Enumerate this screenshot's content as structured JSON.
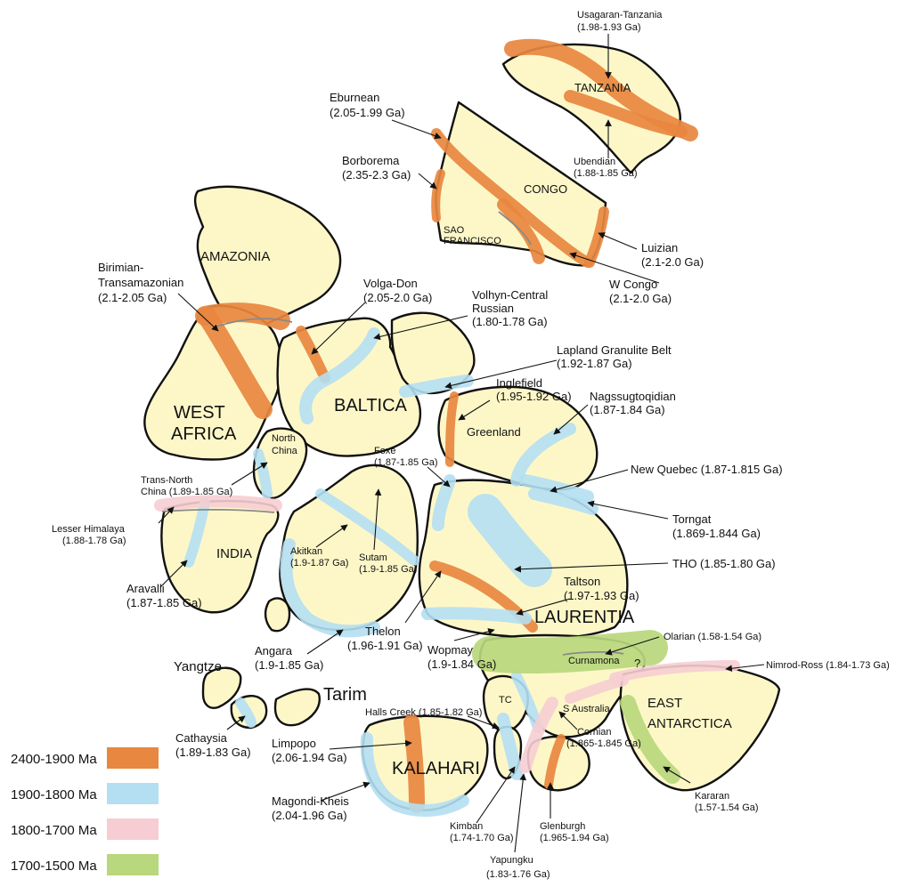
{
  "cratons": {
    "tanzania": "TANZANIA",
    "congo": "CONGO",
    "sao1": "SAO",
    "sao2": "FRANCISCO",
    "amazonia": "AMAZONIA",
    "wa1": "WEST",
    "wa2": "AFRICA",
    "baltica": "BALTICA",
    "greenland": "Greenland",
    "nc1": "North",
    "nc2": "China",
    "india": "INDIA",
    "laurentia": "LAURENTIA",
    "curnamona": "Curnamona",
    "yangtze": "Yangtze",
    "tarim": "Tarim",
    "tc": "TC",
    "kalahari": "KALAHARI",
    "ea1": "EAST",
    "ea2": "ANTARCTICA",
    "saus": "S Australia",
    "question": "?"
  },
  "belts": {
    "usagaran": [
      "Usagaran-Tanzania",
      "(1.98-1.93 Ga)"
    ],
    "eburnean": [
      "Eburnean",
      "(2.05-1.99 Ga)"
    ],
    "borborema": [
      "Borborema",
      "(2.35-2.3 Ga)"
    ],
    "ubendian": [
      "Ubendian",
      "(1.88-1.85 Ga)"
    ],
    "luizian": [
      "Luizian",
      "(2.1-2.0 Ga)"
    ],
    "wcongo": [
      "W Congo",
      "(2.1-2.0 Ga)"
    ],
    "birimian": [
      "Birimian-",
      "Transamazonian",
      "(2.1-2.05 Ga)"
    ],
    "volgadon": [
      "Volga-Don",
      "(2.05-2.0 Ga)"
    ],
    "volhyn": [
      "Volhyn-Central",
      "Russian",
      "(1.80-1.78 Ga)"
    ],
    "lapland": [
      "Lapland Granulite Belt",
      "(1.92-1.87 Ga)"
    ],
    "inglefield": [
      "Inglefield",
      "(1.95-1.92 Ga)"
    ],
    "nagssug": [
      "Nagssugtoqidian",
      "(1.87-1.84 Ga)"
    ],
    "foxe": [
      "Foxe",
      "(1.87-1.85 Ga)"
    ],
    "transnc": [
      "Trans-North",
      "China (1.89-1.85 Ga)"
    ],
    "newquebec": [
      "New Quebec (1.87-1.815 Ga)"
    ],
    "torngat": [
      "Torngat",
      "(1.869-1.844 Ga)"
    ],
    "lesserhim": [
      "Lesser Himalaya",
      "(1.88-1.78 Ga)"
    ],
    "akitkan": [
      "Akitkan",
      "(1.9-1.87 Ga)"
    ],
    "sutam": [
      "Sutam",
      "(1.9-1.85 Ga)"
    ],
    "tho": [
      "THO (1.85-1.80 Ga)"
    ],
    "aravalli": [
      "Aravalli",
      "(1.87-1.85 Ga)"
    ],
    "taltson": [
      "Taltson",
      "(1.97-1.93 Ga)"
    ],
    "thelon": [
      "Thelon",
      "(1.96-1.91 Ga)"
    ],
    "angara": [
      "Angara",
      "(1.9-1.85 Ga)"
    ],
    "wopmay": [
      "Wopmay",
      "(1.9-1.84 Ga)"
    ],
    "olarian": [
      "Olarian (1.58-1.54 Ga)"
    ],
    "nimrod": [
      "Nimrod-Ross (1.84-1.73 Ga)"
    ],
    "hallscreek": [
      "Halls Creek (1.85-1.82 Ga)"
    ],
    "cathaysia": [
      "Cathaysia",
      "(1.89-1.83 Ga)"
    ],
    "limpopo": [
      "Limpopo",
      "(2.06-1.94 Ga)"
    ],
    "cornian": [
      "Cornian",
      "(1.865-1.845 Ga)"
    ],
    "magondi": [
      "Magondi-Kheis",
      "(2.04-1.96 Ga)"
    ],
    "kararan": [
      "Kararan",
      "(1.57-1.54 Ga)"
    ],
    "kimban": [
      "Kimban",
      "(1.74-1.70 Ga)"
    ],
    "glenburgh": [
      "Glenburgh",
      "(1.965-1.94 Ga)"
    ],
    "yapungku": [
      "Yapungku",
      "(1.83-1.76 Ga)"
    ]
  },
  "legend": [
    {
      "label": "2400-1900 Ma",
      "color": "#e8873f"
    },
    {
      "label": "1900-1800 Ma",
      "color": "#b4dff2"
    },
    {
      "label": "1800-1700 Ma",
      "color": "#f6cdd2"
    },
    {
      "label": "1700-1500 Ma",
      "color": "#b9d77c"
    }
  ]
}
